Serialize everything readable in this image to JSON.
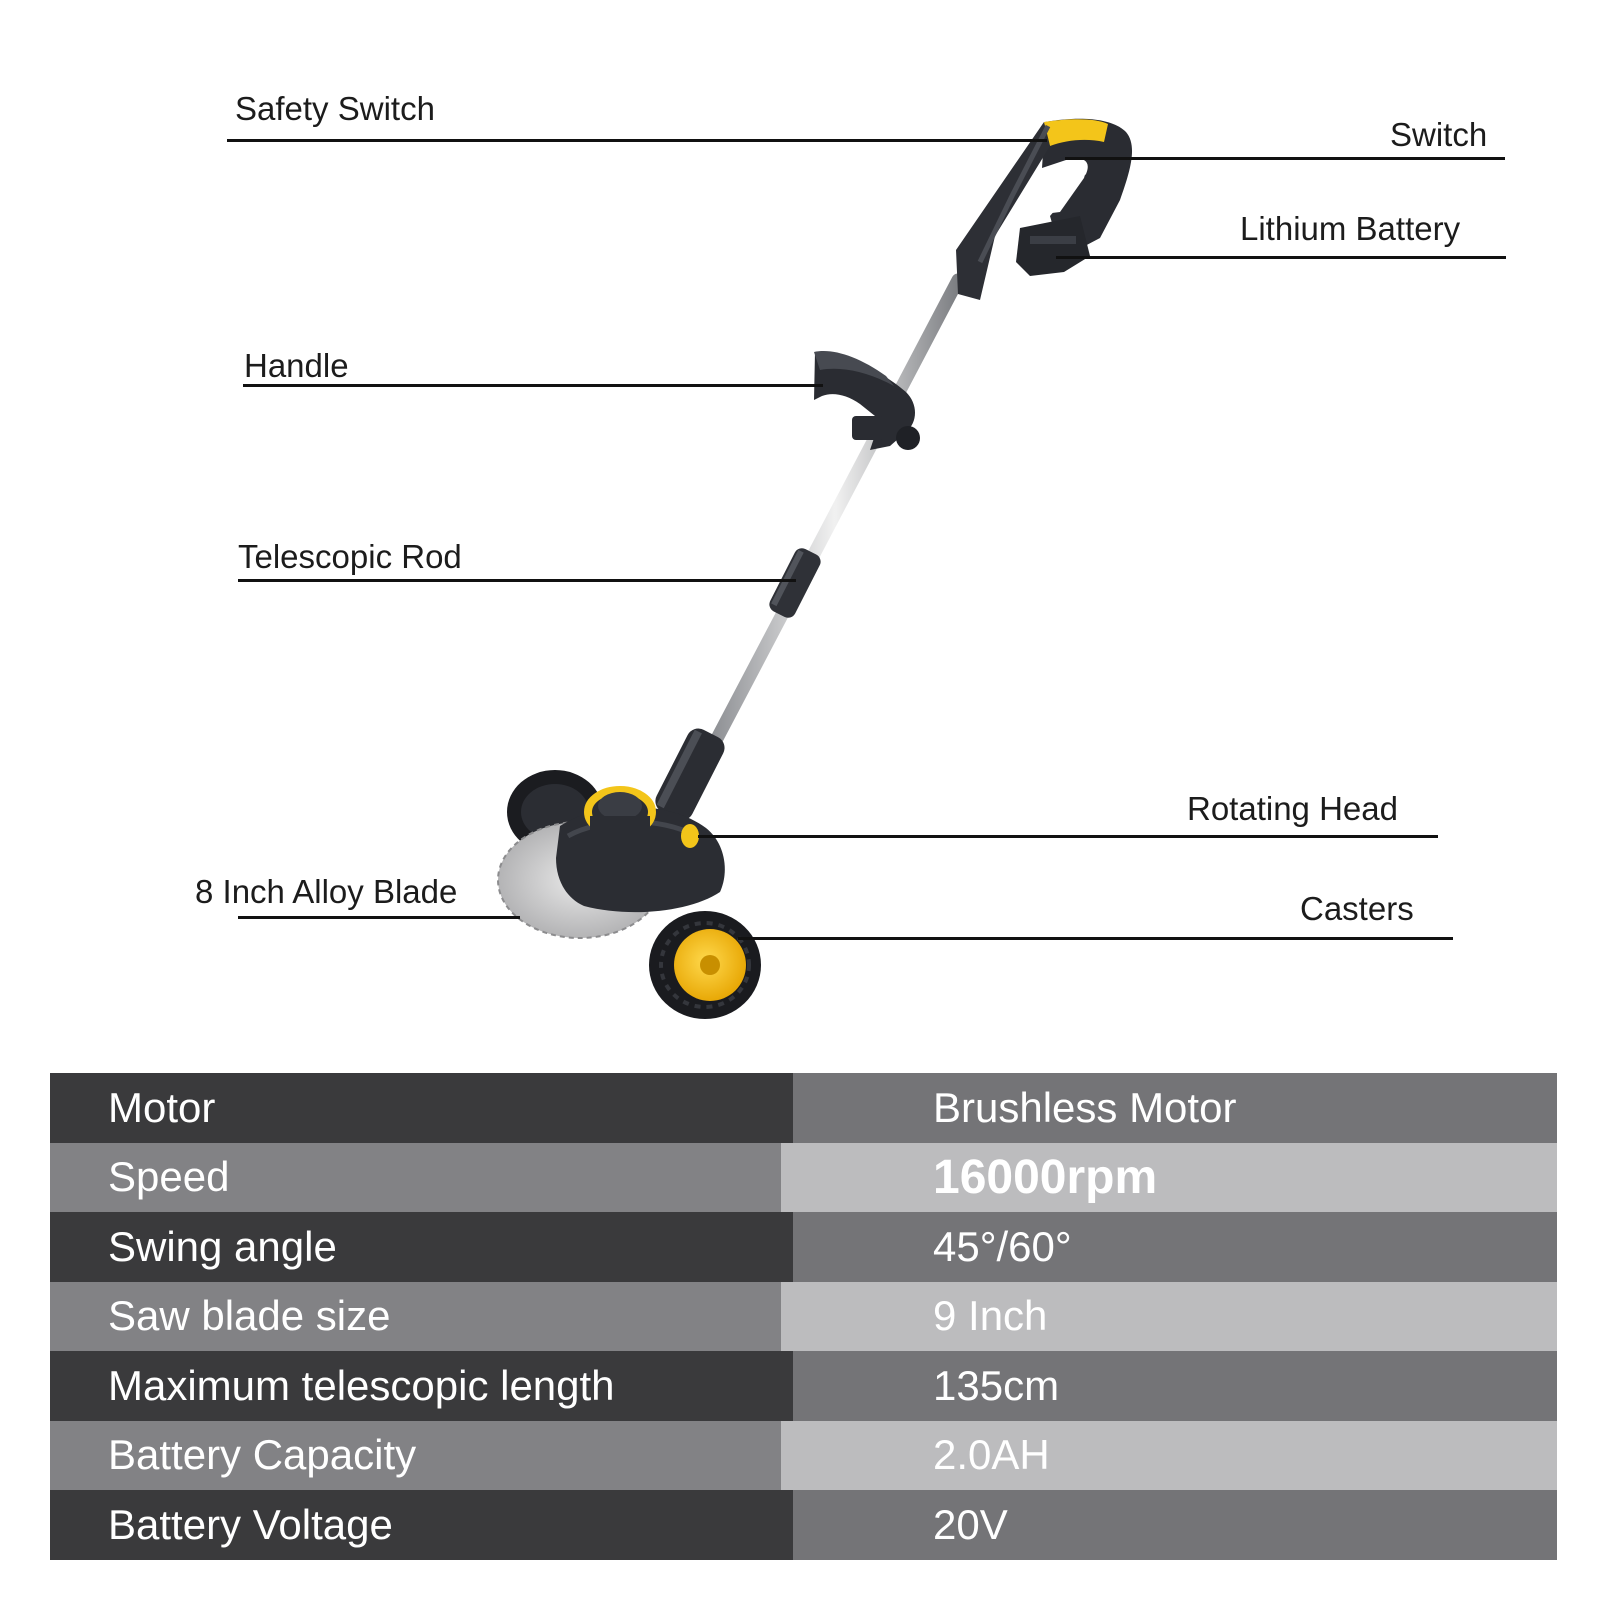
{
  "callouts": {
    "safety_switch": "Safety Switch",
    "switch": "Switch",
    "lithium_battery": "Lithium Battery",
    "handle": "Handle",
    "telescopic_rod": "Telescopic Rod",
    "rotating_head": "Rotating Head",
    "blade": "8 Inch Alloy Blade",
    "casters": "Casters"
  },
  "specs": [
    {
      "label": "Motor",
      "value": "Brushless Motor"
    },
    {
      "label": "Speed",
      "value": "16000rpm"
    },
    {
      "label": "Swing angle",
      "value": "45°/60°"
    },
    {
      "label": "Saw blade size",
      "value": "9 Inch"
    },
    {
      "label": "Maximum telescopic length",
      "value": "135cm"
    },
    {
      "label": "Battery Capacity",
      "value": "2.0AH"
    },
    {
      "label": "Battery Voltage",
      "value": "20V"
    }
  ],
  "colors": {
    "accent_yellow": "#f2c418",
    "body_dark": "#2b2d33",
    "row_dark_label": "#3a3a3c",
    "row_dark_value": "#747477",
    "row_light_label": "#828285",
    "row_light_value": "#bcbcbe"
  },
  "icons": [
    "grass-trimmer-illustration"
  ]
}
